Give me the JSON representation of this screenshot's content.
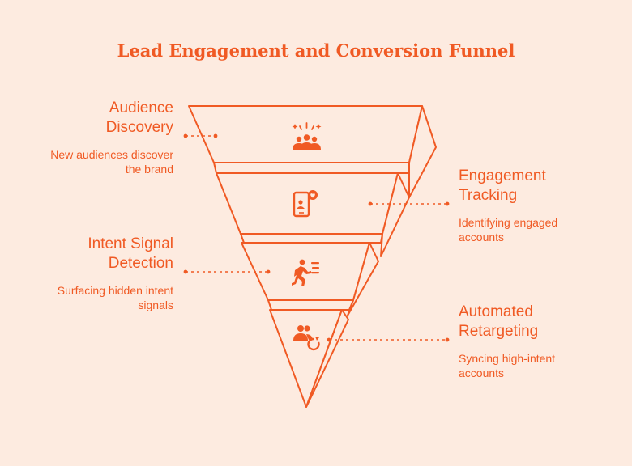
{
  "title": "Lead Engagement and Conversion Funnel",
  "stages": [
    {
      "heading_line1": "Audience",
      "heading_line2": "Discovery",
      "desc_line1": "New audiences discover",
      "desc_line2": "the brand",
      "icon": "audience-icon"
    },
    {
      "heading_line1": "Engagement",
      "heading_line2": "Tracking",
      "desc_line1": "Identifying engaged",
      "desc_line2": "accounts",
      "icon": "mobile-engagement-icon"
    },
    {
      "heading_line1": "Intent Signal",
      "heading_line2": "Detection",
      "desc_line1": "Surfacing hidden intent",
      "desc_line2": "signals",
      "icon": "running-person-signal-icon"
    },
    {
      "heading_line1": "Automated",
      "heading_line2": "Retargeting",
      "desc_line1": "Syncing high-intent",
      "desc_line2": "accounts",
      "icon": "users-refresh-icon"
    }
  ],
  "colors": {
    "accent": "#f05a24",
    "background": "#fdebe0"
  }
}
